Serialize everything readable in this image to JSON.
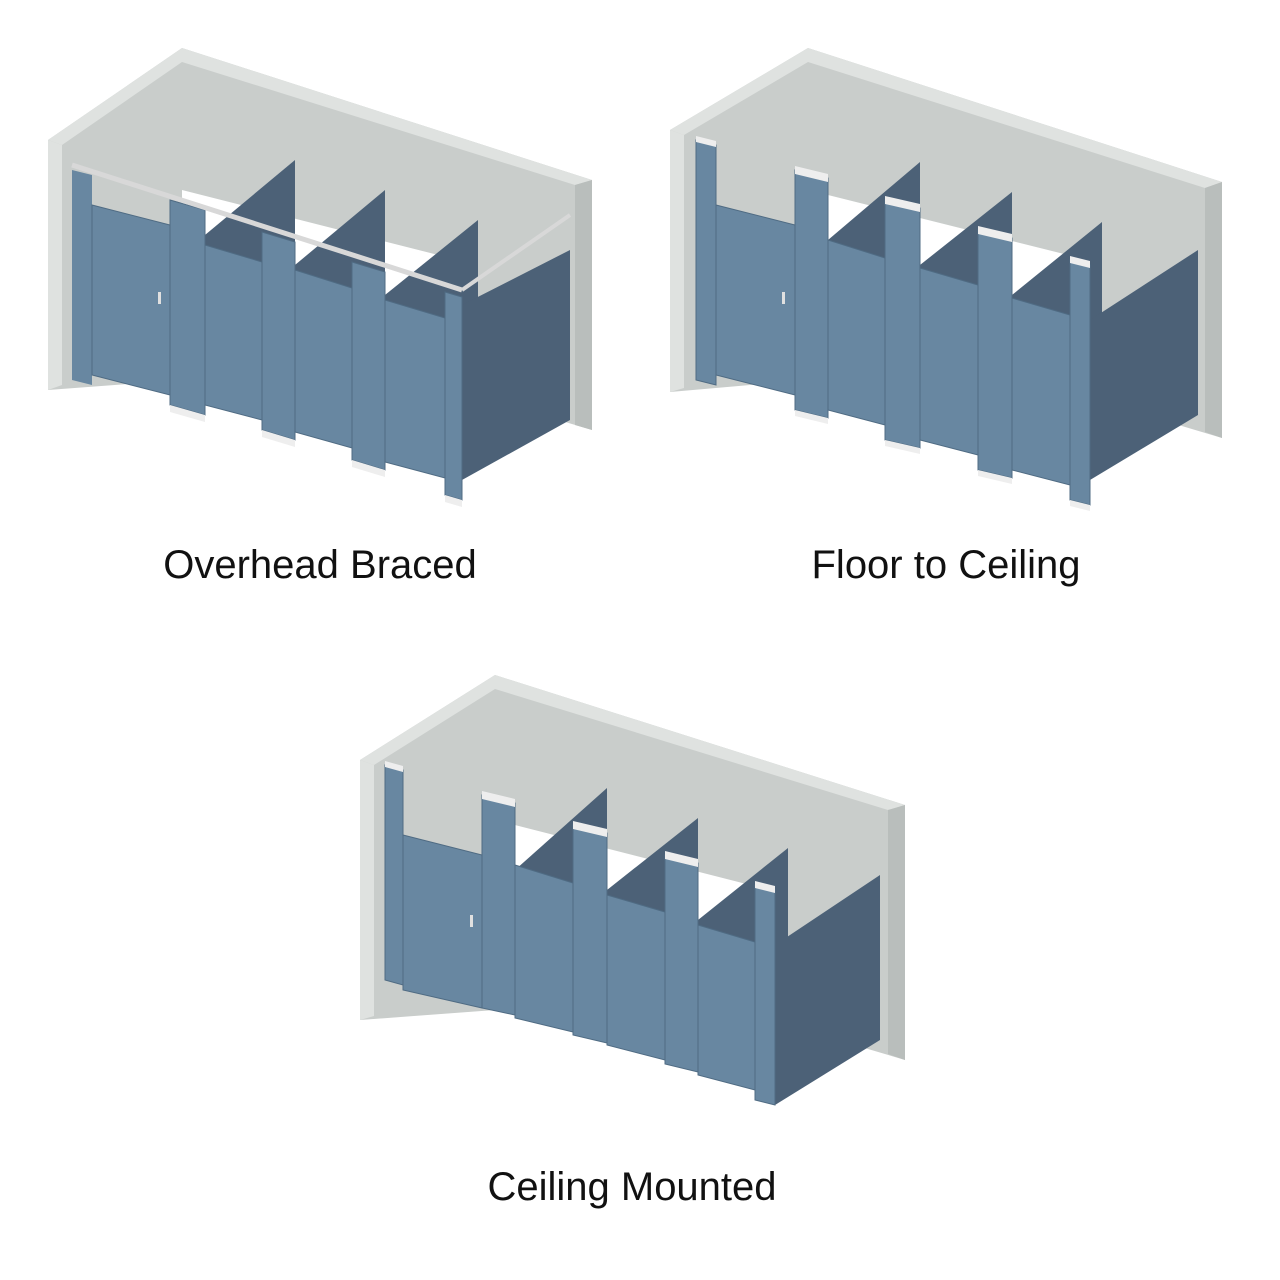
{
  "diagrams": [
    {
      "type": "overhead-braced",
      "caption": "Overhead Braced"
    },
    {
      "type": "floor-to-ceiling",
      "caption": "Floor to Ceiling"
    },
    {
      "type": "ceiling-mounted",
      "caption": "Ceiling Mounted"
    }
  ],
  "colors": {
    "wall_face": "#c9cdcb",
    "wall_edge": "#dfe2e0",
    "wall_shadow": "#b4b9b7",
    "door": "#6887a1",
    "door_line": "#4f6b83",
    "panel_side": "#4c6177",
    "panel_side_dark": "#41566a",
    "rail": "#e8e8e8",
    "shoe": "#eeeeee",
    "caption_text": "#111111"
  }
}
